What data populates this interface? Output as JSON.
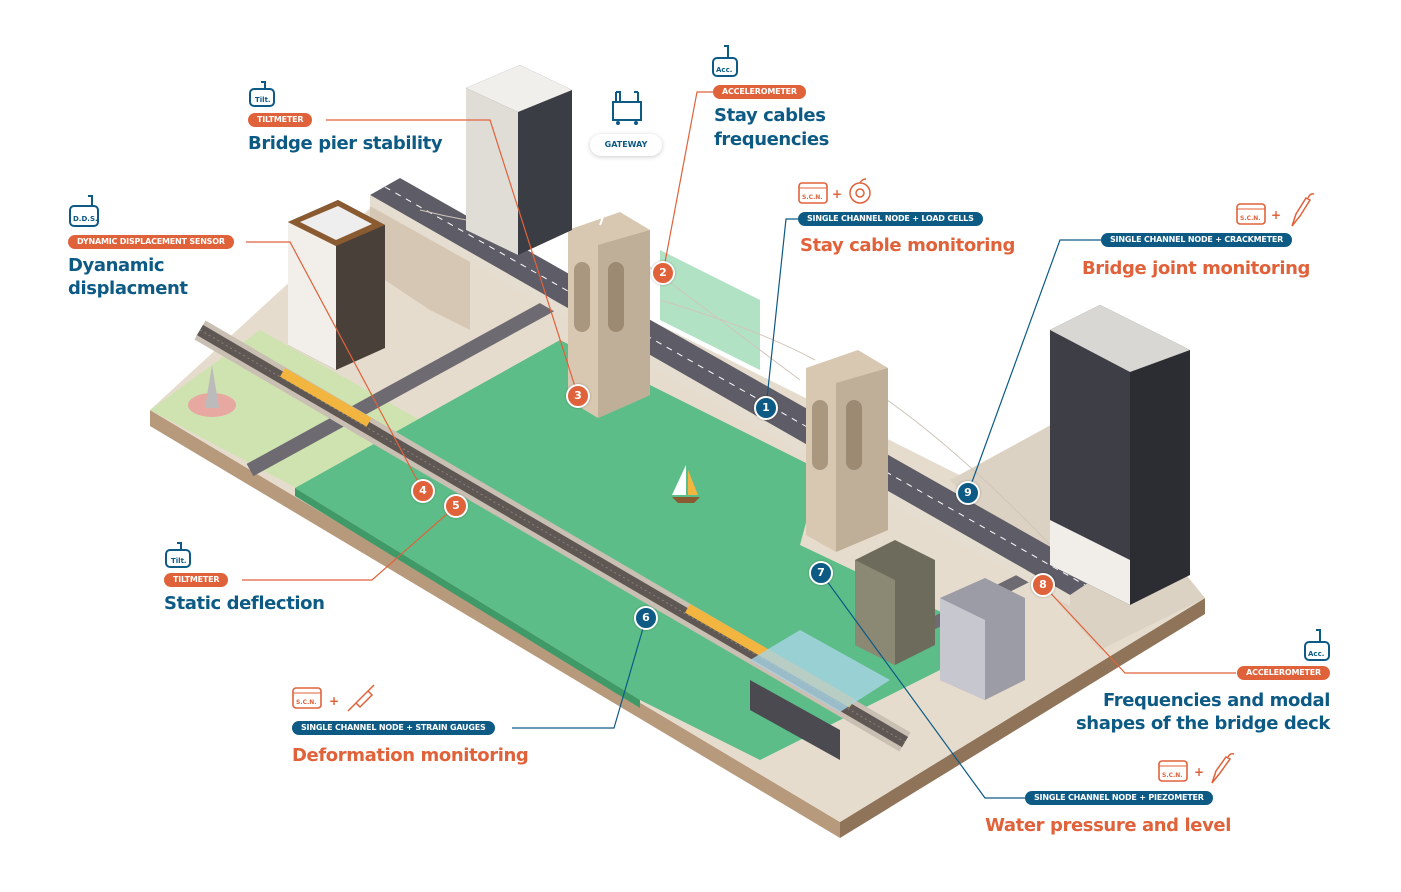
{
  "colors": {
    "orange": "#e0623a",
    "blue": "#0d5a85",
    "water": "#5dbd88",
    "ground": "#d9c9b4"
  },
  "gateway": {
    "label": "GATEWAY",
    "icon": "gateway-icon"
  },
  "labels": {
    "pier": {
      "icon": "tiltmeter-icon",
      "icon_text": "Tilt.",
      "sensor": "TILTMETER",
      "title": "Bridge pier stability"
    },
    "dds": {
      "icon": "dds-icon",
      "icon_text": "D.D.S.",
      "sensor": "DYNAMIC DISPLACEMENT SENSOR",
      "title_line1": "Dyanamic",
      "title_line2": "displacment"
    },
    "stay_freq": {
      "icon": "accelerometer-icon",
      "icon_text": "Acc.",
      "sensor": "ACCELEROMETER",
      "title_line1": "Stay cables",
      "title_line2": "frequencies"
    },
    "stay_mon": {
      "icon": "single-channel-node-icon",
      "icon_text": "S.C.N.",
      "sensor": "SINGLE CHANNEL NODE + LOAD CELLS",
      "title": "Stay cable monitoring"
    },
    "joint": {
      "icon": "single-channel-node-icon",
      "icon_text": "S.C.N.",
      "sensor": "SINGLE CHANNEL NODE + CRACKMETER",
      "title": "Bridge joint monitoring"
    },
    "static": {
      "icon": "tiltmeter-icon",
      "icon_text": "Tilt.",
      "sensor": "TILTMETER",
      "title": "Static deflection"
    },
    "deform": {
      "icon": "single-channel-node-icon",
      "icon_text": "S.C.N.",
      "sensor": "SINGLE CHANNEL NODE + STRAIN GAUGES",
      "title": "Deformation monitoring"
    },
    "modal": {
      "icon": "accelerometer-icon",
      "icon_text": "Acc.",
      "sensor": "ACCELEROMETER",
      "title_line1": "Frequencies and modal",
      "title_line2": "shapes of the bridge deck"
    },
    "water": {
      "icon": "single-channel-node-icon",
      "icon_text": "S.C.N.",
      "sensor": "SINGLE CHANNEL NODE + PIEZOMETER",
      "title": "Water pressure and level"
    }
  },
  "plus": "+",
  "markers": [
    "1",
    "2",
    "3",
    "4",
    "5",
    "6",
    "7",
    "8",
    "9"
  ]
}
